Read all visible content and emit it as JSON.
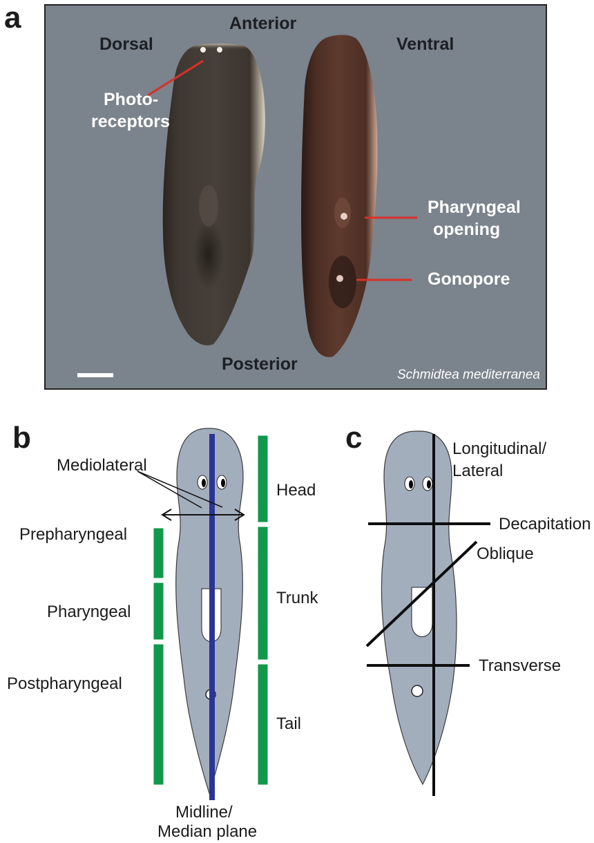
{
  "panels": {
    "a": {
      "letter": "a",
      "labels": {
        "anterior": "Anterior",
        "dorsal": "Dorsal",
        "ventral": "Ventral",
        "photoreceptors_line1": "Photo-",
        "photoreceptors_line2": "receptors",
        "pharyngeal_line1": "Pharyngeal",
        "pharyngeal_line2": "opening",
        "gonopore": "Gonopore",
        "posterior": "Posterior",
        "species": "Schmidtea mediterranea"
      }
    },
    "b": {
      "letter": "b",
      "labels": {
        "mediolateral": "Mediolateral",
        "prepharyngeal": "Prepharyngeal",
        "pharyngeal": "Pharyngeal",
        "postpharyngeal": "Postpharyngeal",
        "head": "Head",
        "trunk": "Trunk",
        "tail": "Tail",
        "midline_line1": "Midline/",
        "midline_line2": "Median plane"
      }
    },
    "c": {
      "letter": "c",
      "labels": {
        "longitudinal_line1": "Longitudinal/",
        "longitudinal_line2": "Lateral",
        "decapitation": "Decapitation",
        "oblique": "Oblique",
        "transverse": "Transverse"
      }
    }
  },
  "colors": {
    "photo_background": "#7b838c",
    "annotation_red": "#d8302a",
    "body_gray": "#a3aebd",
    "midline_blue": "#2a3596",
    "region_green": "#11984a",
    "cut_black": "#0d0d0d"
  }
}
